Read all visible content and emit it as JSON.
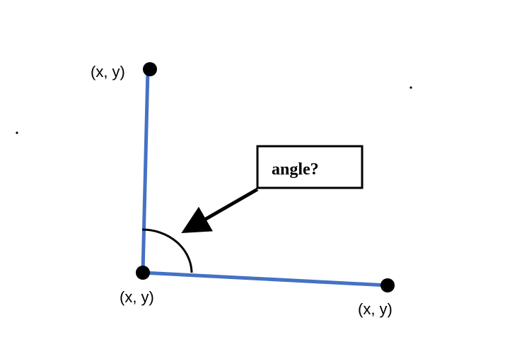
{
  "labels": {
    "top_point": "(x, y)",
    "vertex_point": "(x, y)",
    "right_point": "(x, y)",
    "callout": "angle?"
  },
  "colors": {
    "segment": "#4472c4",
    "point": "#000000",
    "arc": "#000000",
    "callout_border": "#000000",
    "arrow": "#000000"
  }
}
